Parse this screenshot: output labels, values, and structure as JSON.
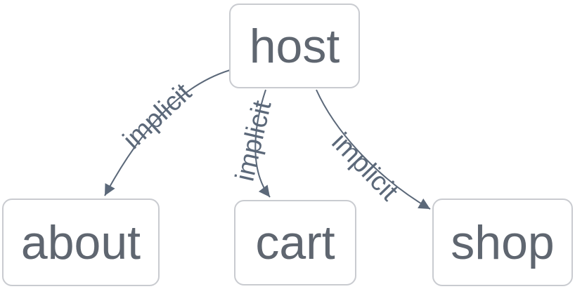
{
  "diagram": {
    "nodes": [
      {
        "id": "host",
        "label": "host"
      },
      {
        "id": "about",
        "label": "about"
      },
      {
        "id": "cart",
        "label": "cart"
      },
      {
        "id": "shop",
        "label": "shop"
      }
    ],
    "edges": [
      {
        "from": "host",
        "to": "about",
        "label": "implicit"
      },
      {
        "from": "host",
        "to": "cart",
        "label": "implicit"
      },
      {
        "from": "host",
        "to": "shop",
        "label": "implicit"
      }
    ],
    "colors": {
      "background": "#ffffff",
      "node_border": "#c9cbd0",
      "node_text": "#5f6670",
      "edge": "#5b6879"
    }
  }
}
